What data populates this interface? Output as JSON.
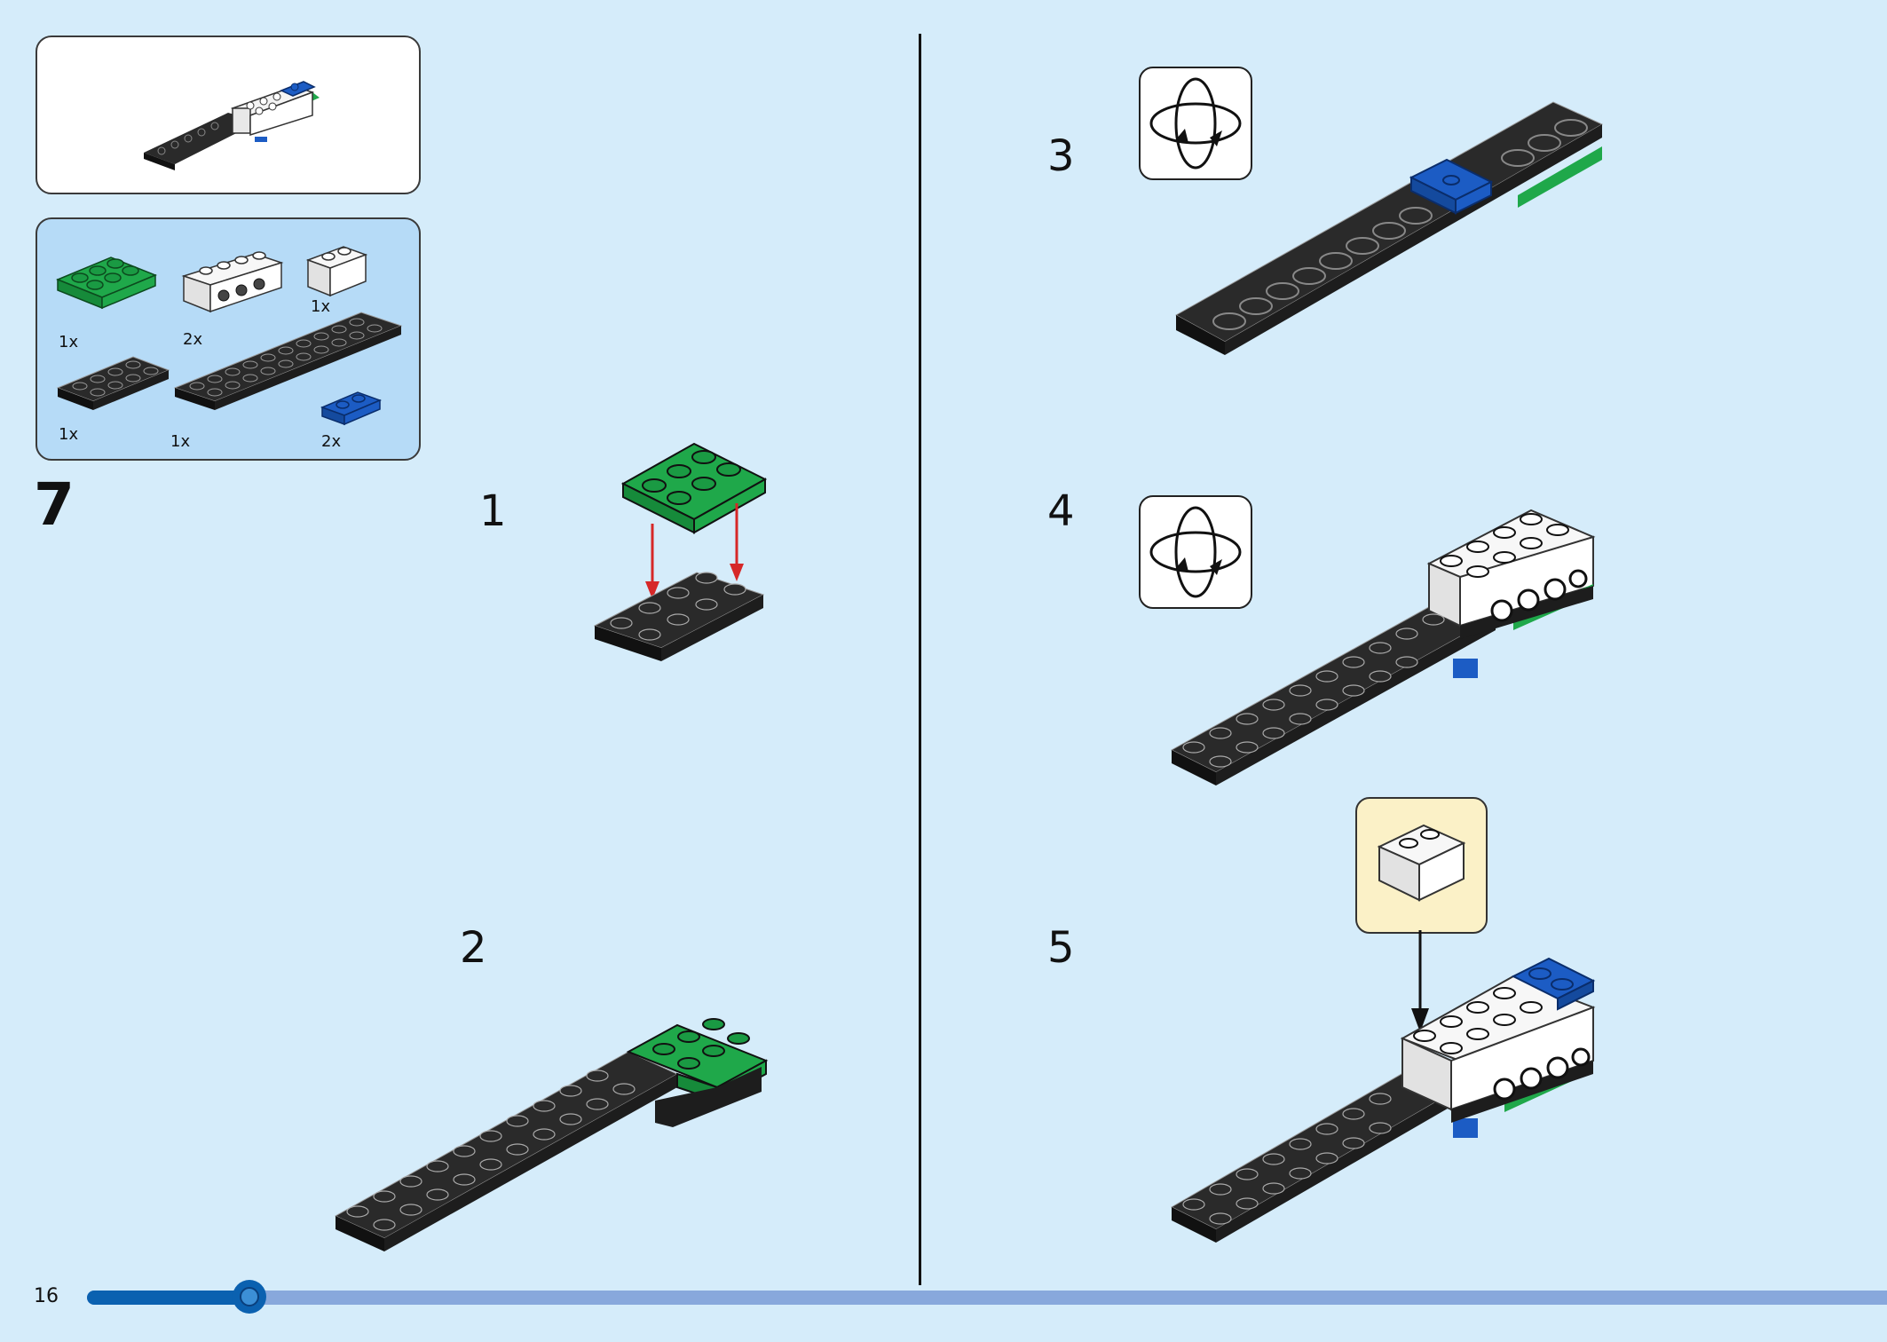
{
  "page": {
    "number": "16"
  },
  "main_step": {
    "number": "7"
  },
  "parts_list": [
    {
      "part": "green-plate-2x3",
      "qty": "1x"
    },
    {
      "part": "white-brick-1x4-side-studs",
      "qty": "2x"
    },
    {
      "part": "white-brick-1x2",
      "qty": "1x"
    },
    {
      "part": "black-plate-2x4",
      "qty": "1x"
    },
    {
      "part": "black-plate-2x10",
      "qty": "1x"
    },
    {
      "part": "blue-plate-1x2",
      "qty": "2x"
    }
  ],
  "sub_steps": [
    {
      "number": "1"
    },
    {
      "number": "2"
    },
    {
      "number": "3",
      "rotate_icon": "rotate-model-icon"
    },
    {
      "number": "4",
      "rotate_icon": "rotate-model-icon"
    },
    {
      "number": "5",
      "callout": "white-brick-1x2"
    }
  ],
  "progress": {
    "fraction": 0.09
  },
  "colors": {
    "background": "#d5ecfa",
    "green": "#1fa84a",
    "black_brick": "#2a2a2a",
    "blue": "#1c5cc4",
    "arrow_red": "#d62828",
    "progress_fill": "#0b61b0"
  }
}
